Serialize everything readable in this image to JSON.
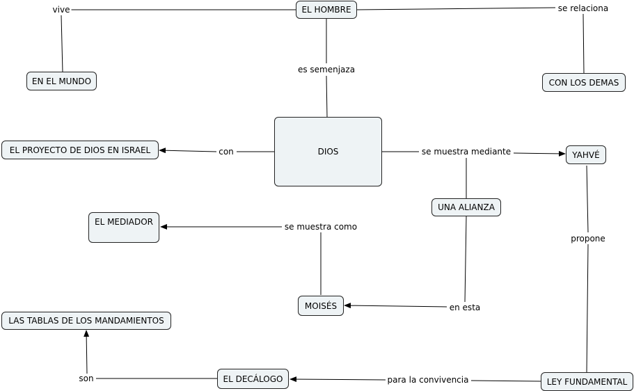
{
  "nodes": {
    "hombre": "EL HOMBRE",
    "mundo": "EN EL MUNDO",
    "demas": "CON LOS DEMAS",
    "dios": "DIOS",
    "proyecto": "EL PROYECTO DE DIOS EN ISRAEL",
    "yahve": "YAHVÉ",
    "alianza": "UNA ALIANZA",
    "mediador": "EL MEDIADOR",
    "moises": "MOISÉS",
    "tablas": "LAS TABLAS DE LOS MANDAMIENTOS",
    "decalogo": "EL DECÁLOGO",
    "ley": "LEY FUNDAMENTAL"
  },
  "links": {
    "vive": "vive",
    "se_relaciona": "se relaciona",
    "es_semenjaza": "es semenjaza",
    "con": "con",
    "se_muestra_mediante": "se muestra mediante",
    "se_muestra_como": "se muestra como",
    "en_esta": "en esta",
    "propone": "propone",
    "para_la_convivencia": "para la convivencia",
    "son": "son"
  }
}
